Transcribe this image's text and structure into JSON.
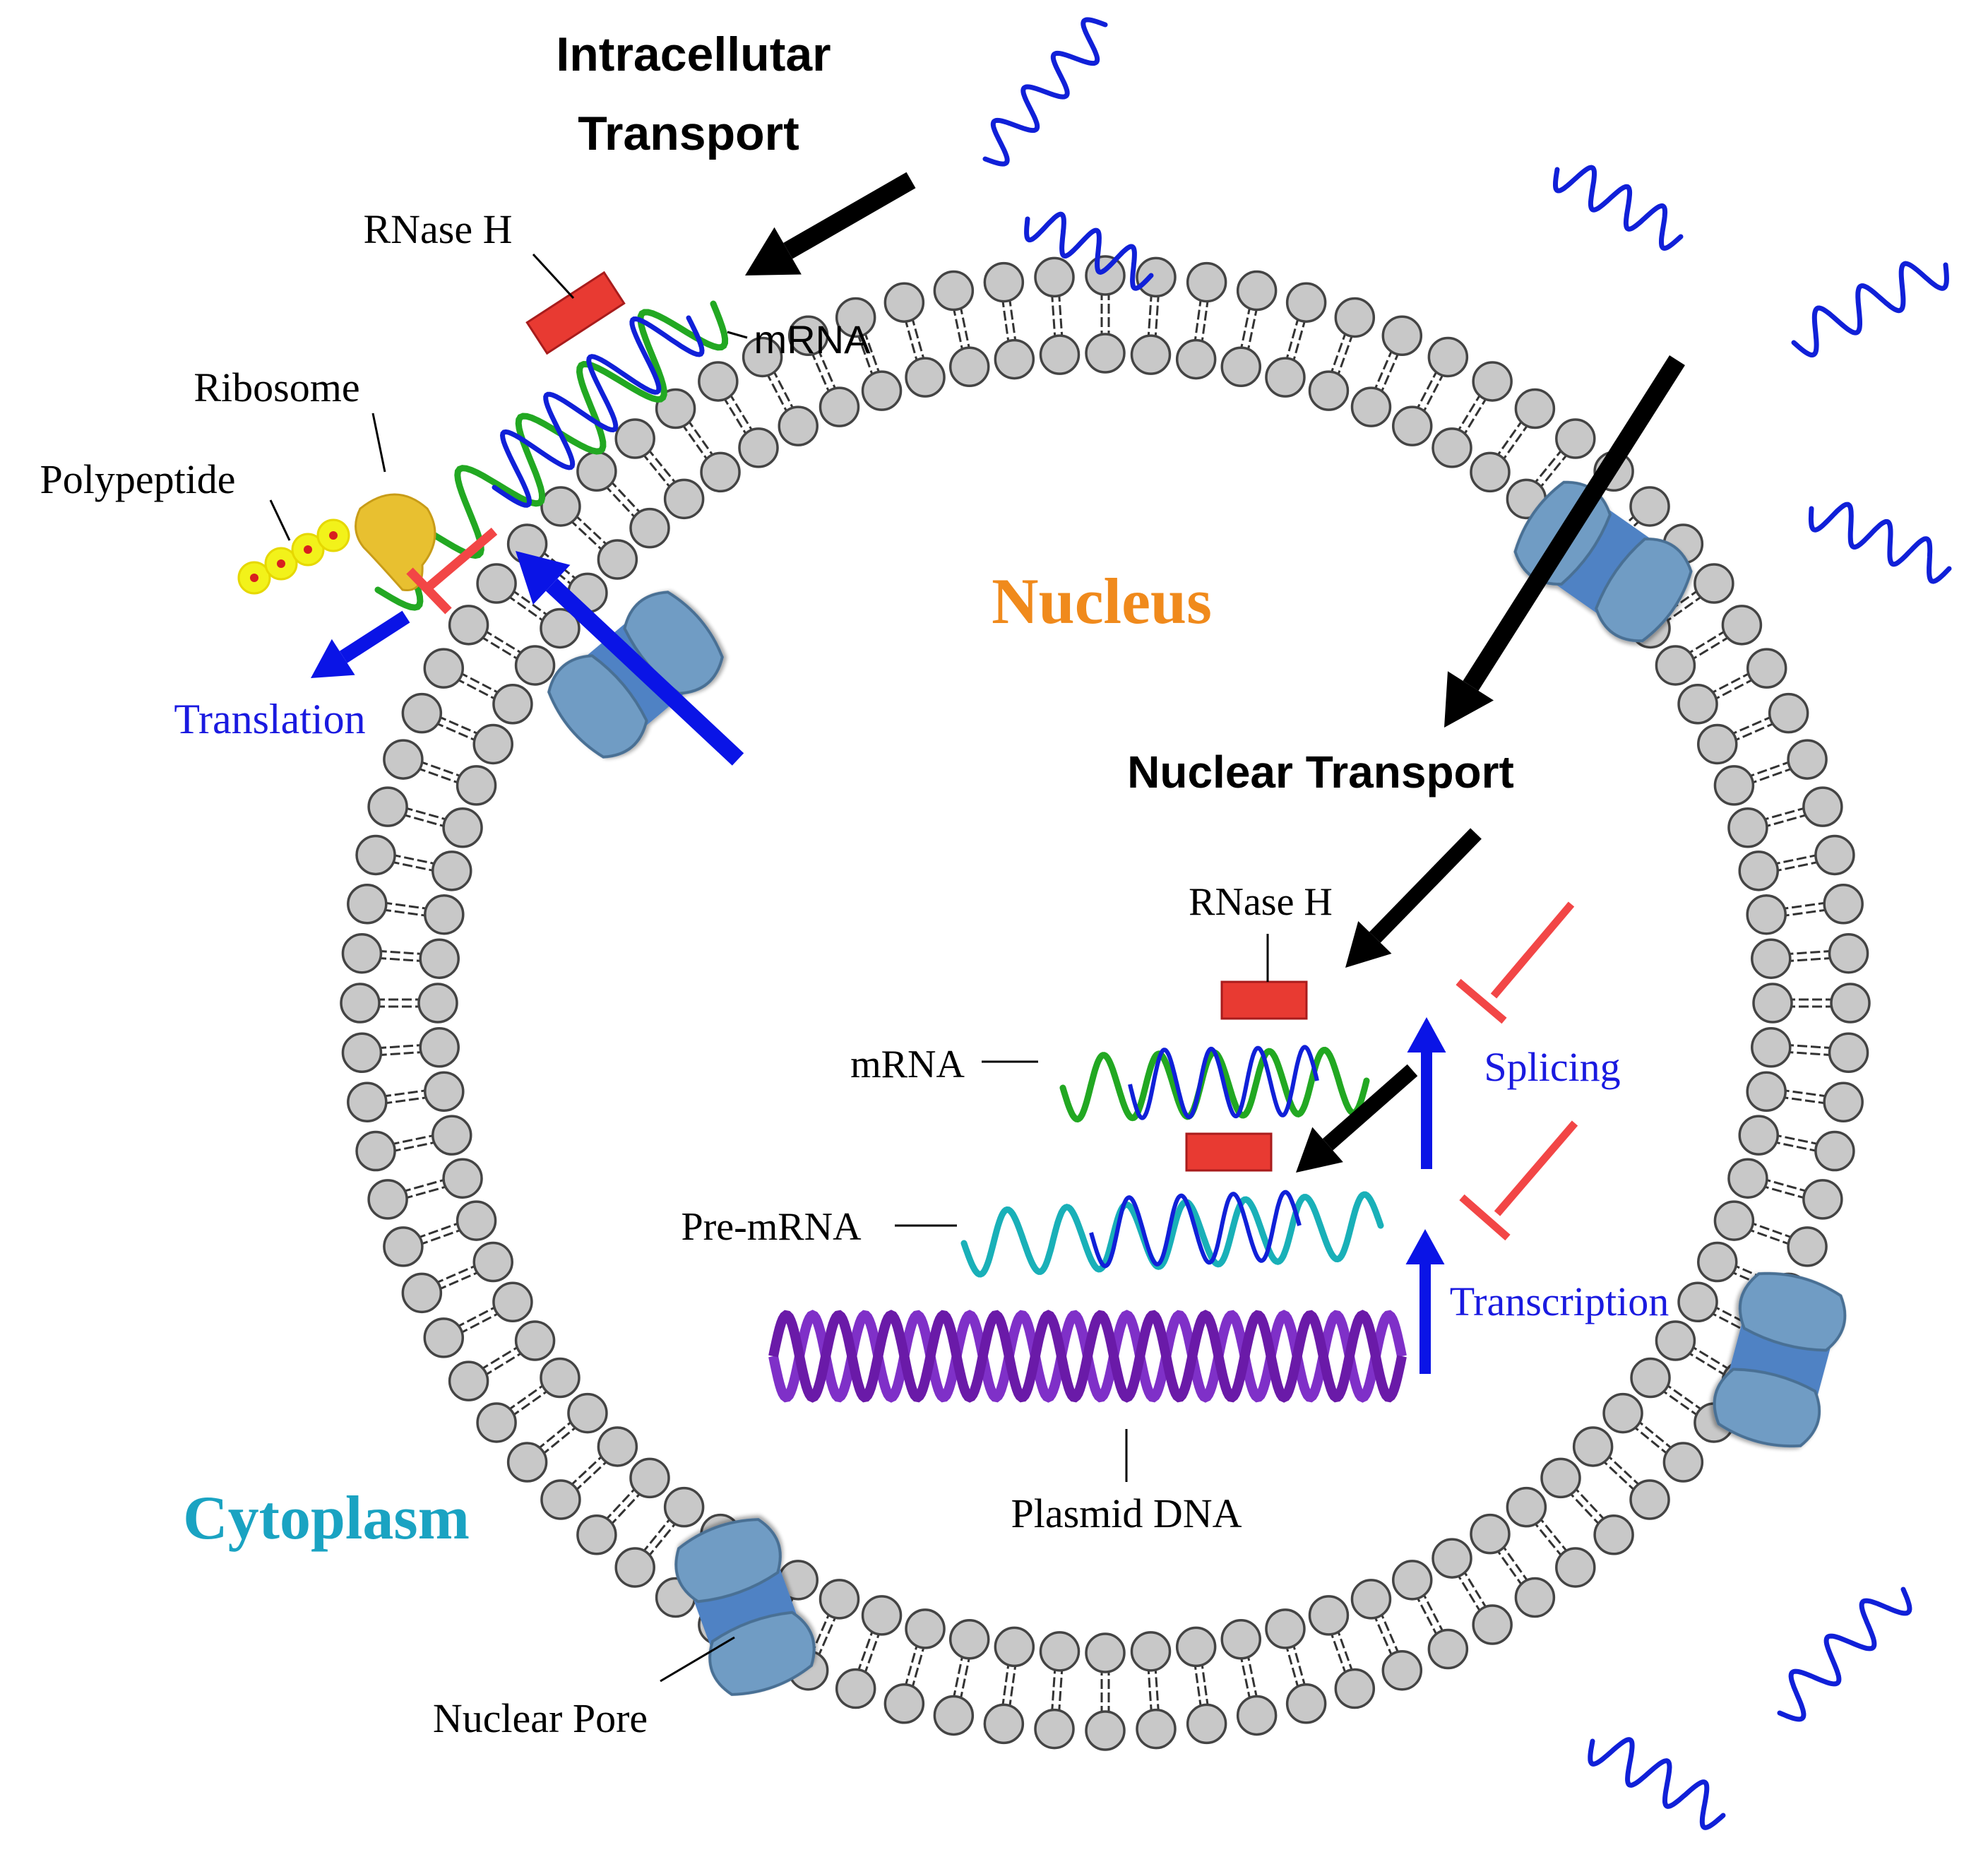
{
  "labels": {
    "intracellular_line1": "Intracellutar",
    "intracellular_line2": "Transport",
    "nuclear_transport": "Nuclear Transport",
    "nucleus": "Nucleus",
    "cytoplasm": "Cytoplasm",
    "rnase_h_top": "RNase H",
    "mrna_top": "mRNA",
    "ribosome": "Ribosome",
    "polypeptide": "Polypeptide",
    "translation": "Translation",
    "rnase_h_nuclear": "RNase H",
    "mrna_nuclear": "mRNA",
    "pre_mrna": "Pre-mRNA",
    "splicing": "Splicing",
    "transcription": "Transcription",
    "plasmid_dna": "Plasmid DNA",
    "nuclear_pore": "Nuclear Pore"
  },
  "colors": {
    "black_arrow": "#000000",
    "blue_arrow": "#0a14e6",
    "inhibitor_red": "#f24646",
    "rnase_red": "#e83a32",
    "mrna_green": "#22a822",
    "antisense_blue": "#1020d8",
    "pre_mrna_teal": "#19b0b8",
    "plasmid_purple": "#6a1aa8",
    "membrane_head": "#c8c8c8",
    "pore_blue": "#6f9cc4",
    "nucleus_orange": "#f08a1c",
    "cytoplasm_teal": "#1aa3c2",
    "label_blue": "#1a1ae0",
    "ribosome_yellow": "#e8c030",
    "polypeptide_yellow": "#f2f21a"
  }
}
